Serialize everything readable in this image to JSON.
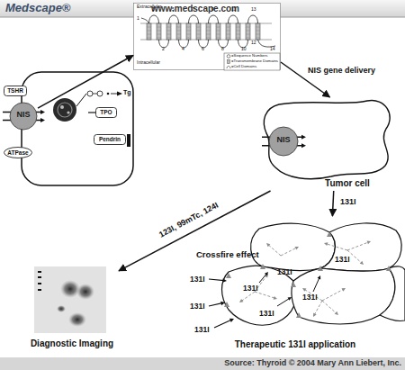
{
  "diagram": {
    "caption": "Source: Thyroid © 2004 Mary Ann Liebert, Inc.",
    "nodes": [
      {
        "text": [
          "NIS"
        ]
      },
      {
        "text": [
          "TSHR"
        ]
      },
      {
        "text": [
          "ATPase"
        ]
      },
      {
        "text": [
          "TPO"
        ]
      },
      {
        "text": [
          "Pendrin"
        ]
      },
      {
        "text": [
          "Extracellular",
          "Intracellular"
        ]
      },
      {
        "text": [
          "Tumor cell"
        ]
      },
      {
        "text": [
          "NIS"
        ],
        "in": 6
      },
      {
        "text": [
          "Diagnostic Imaging"
        ]
      },
      {
        "text": [
          "Crossfire effect",
          "Therapeutic 131I application"
        ]
      }
    ],
    "edges": [
      {
        "from": 0,
        "to": 5,
        "arrow": "to"
      },
      {
        "from": 5,
        "to": 6,
        "label": "NIS gene delivery",
        "arrow": "to"
      },
      {
        "from": 6,
        "to": 9,
        "label": "131I",
        "arrow": "to"
      },
      {
        "from": 6,
        "to": 8,
        "label": "123I, 99mTc, 124I",
        "arrow": "to"
      }
    ],
    "labels": [
      "Medscape®",
      "www.medscape.com",
      "Tg",
      "1",
      "3",
      "5",
      "7",
      "9",
      "11",
      "13",
      "2",
      "4",
      "6",
      "8",
      "10",
      "12",
      "14",
      "131I",
      "131I",
      "131I",
      "131I",
      "131I",
      "131I",
      "131I",
      "131I"
    ],
    "legend": [
      {
        "text": "=Sequence Numbers"
      },
      {
        "text": "=Transmembrane Domains"
      },
      {
        "text": "=Cell Domains"
      }
    ]
  }
}
